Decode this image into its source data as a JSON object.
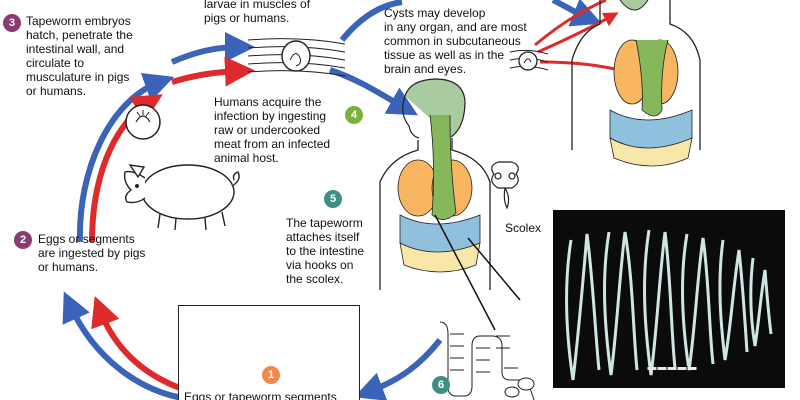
{
  "colors": {
    "purple_badge": "#8a3b72",
    "green_badge": "#7bb13b",
    "teal_badge": "#3f8f86",
    "orange_badge": "#ee8a4f",
    "blue_arrow": "#3b64b8",
    "red_arrow": "#de2a2a",
    "organ_orange": "#f7b65f",
    "organ_green": "#86b75a",
    "organ_blue": "#8fc1dc",
    "organ_yellow": "#f8e7a9",
    "brain_green": "#a9cba1"
  },
  "steps": {
    "s1": {
      "badge": "1",
      "text": "Eggs or tapeworm segments"
    },
    "s2": {
      "badge": "2",
      "text": "Eggs or segments\nare ingested by pigs\nor humans."
    },
    "s3": {
      "badge": "3",
      "text": "Tapeworm embryos\nhatch, penetrate the\nintestinal wall, and\ncirculate to\nmusculature in pigs\nor humans."
    },
    "s4": {
      "badge": "4",
      "text": "Humans acquire the\ninfection by ingesting\nraw or undercooked\nmeat from an infected\nanimal host."
    },
    "s5": {
      "badge": "5",
      "text": "The tapeworm\nattaches itself\nto the intestine\nvia hooks on\nthe scolex."
    },
    "s6": {
      "badge": "6",
      "text": ""
    },
    "larvae": {
      "text": "larvae in muscles of\npigs or humans."
    },
    "cysts": {
      "text": "Cysts may develop\nin any organ, and are most\ncommon in subcutaneous\ntissue as well as in the\nbrain and eyes."
    }
  },
  "scolex_label": "Scolex",
  "icons": {
    "pig": "pig-illustration",
    "human": "human-body-icon",
    "larva_cyst": "cyst-in-muscle-icon",
    "egg": "tapeworm-egg-icon",
    "segment": "proglottid-segment-icon",
    "scolex": "scolex-icon",
    "photo": "tapeworm-photograph"
  }
}
